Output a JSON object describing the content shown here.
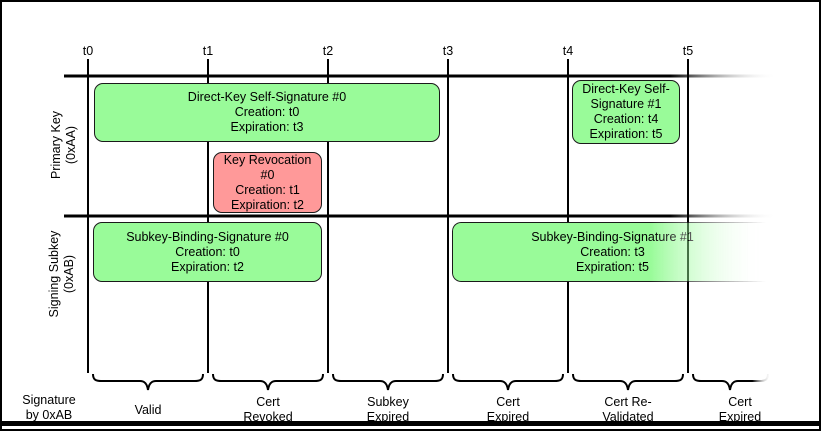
{
  "ticks": [
    "t0",
    "t1",
    "t2",
    "t3",
    "t4",
    "t5"
  ],
  "rows": {
    "primary": {
      "line1": "Primary Key",
      "line2": "(0xAA)"
    },
    "subkey": {
      "line1": "Signing Subkey",
      "line2": "(0xAB)"
    }
  },
  "boxes": {
    "direct_key_0": {
      "title": "Direct-Key Self-Signature #0",
      "creation": "Creation: t0",
      "expiration": "Expiration: t3"
    },
    "key_revocation_0": {
      "title": "Key Revocation #0",
      "creation": "Creation: t1",
      "expiration": "Expiration: t2"
    },
    "direct_key_1": {
      "title": "Direct-Key Self-Signature #1",
      "creation": "Creation: t4",
      "expiration": "Expiration: t5"
    },
    "subkey_binding_0": {
      "title": "Subkey-Binding-Signature #0",
      "creation": "Creation: t0",
      "expiration": "Expiration: t2"
    },
    "subkey_binding_1": {
      "title": "Subkey-Binding-Signature #1",
      "creation": "Creation: t3",
      "expiration": "Expiration: t5"
    }
  },
  "phases": [
    {
      "line1": "Valid",
      "line2": ""
    },
    {
      "line1": "Cert",
      "line2": "Revoked"
    },
    {
      "line1": "Subkey",
      "line2": "Expired"
    },
    {
      "line1": "Cert",
      "line2": "Expired"
    },
    {
      "line1": "Cert Re-",
      "line2": "Validated"
    },
    {
      "line1": "Cert",
      "line2": "Expired"
    }
  ],
  "footer": {
    "line1": "Signature",
    "line2": "by 0xAB"
  },
  "colors": {
    "signature_green": "#99FB99",
    "revocation_red": "#FF9999",
    "line_black": "#000000"
  }
}
